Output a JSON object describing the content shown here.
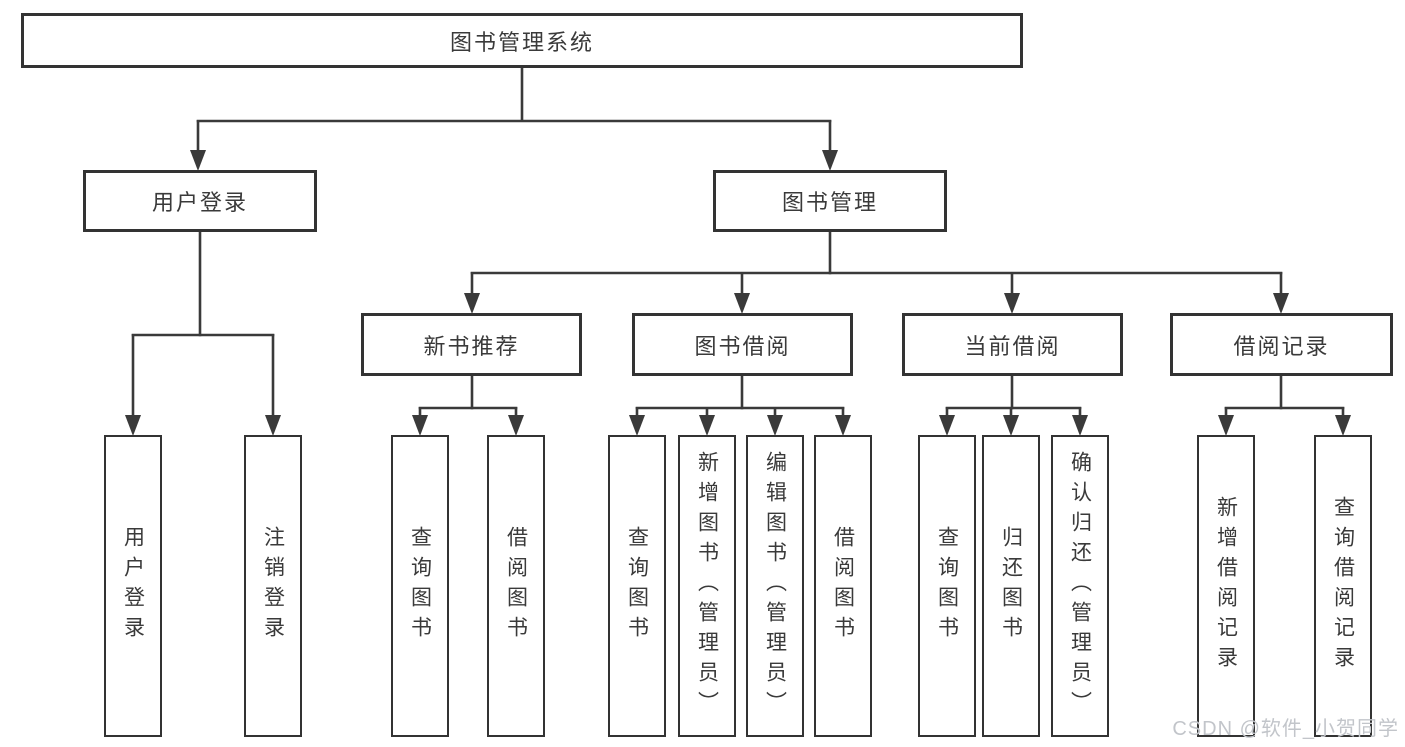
{
  "diagram": {
    "root": {
      "label": "图书管理系统",
      "children": [
        {
          "label": "用户登录",
          "children": [
            {
              "label": "用户登录"
            },
            {
              "label": "注销登录"
            }
          ]
        },
        {
          "label": "图书管理",
          "children": [
            {
              "label": "新书推荐",
              "children": [
                {
                  "label": "查询图书"
                },
                {
                  "label": "借阅图书"
                }
              ]
            },
            {
              "label": "图书借阅",
              "children": [
                {
                  "label": "查询图书"
                },
                {
                  "label": "新增图书（管理员）"
                },
                {
                  "label": "编辑图书（管理员）"
                },
                {
                  "label": "借阅图书"
                }
              ]
            },
            {
              "label": "当前借阅",
              "children": [
                {
                  "label": "查询图书"
                },
                {
                  "label": "归还图书"
                },
                {
                  "label": "确认归还（管理员）"
                }
              ]
            },
            {
              "label": "借阅记录",
              "children": [
                {
                  "label": "新增借阅记录"
                },
                {
                  "label": "查询借阅记录"
                }
              ]
            }
          ]
        }
      ]
    },
    "watermark": "CSDN @软件_小贺同学",
    "colors": {
      "line": "#3a3a3a",
      "box_border": "#333333",
      "box_fill": "#ffffff",
      "text": "#3a3a3a",
      "watermark": "#c2c5ca"
    }
  }
}
